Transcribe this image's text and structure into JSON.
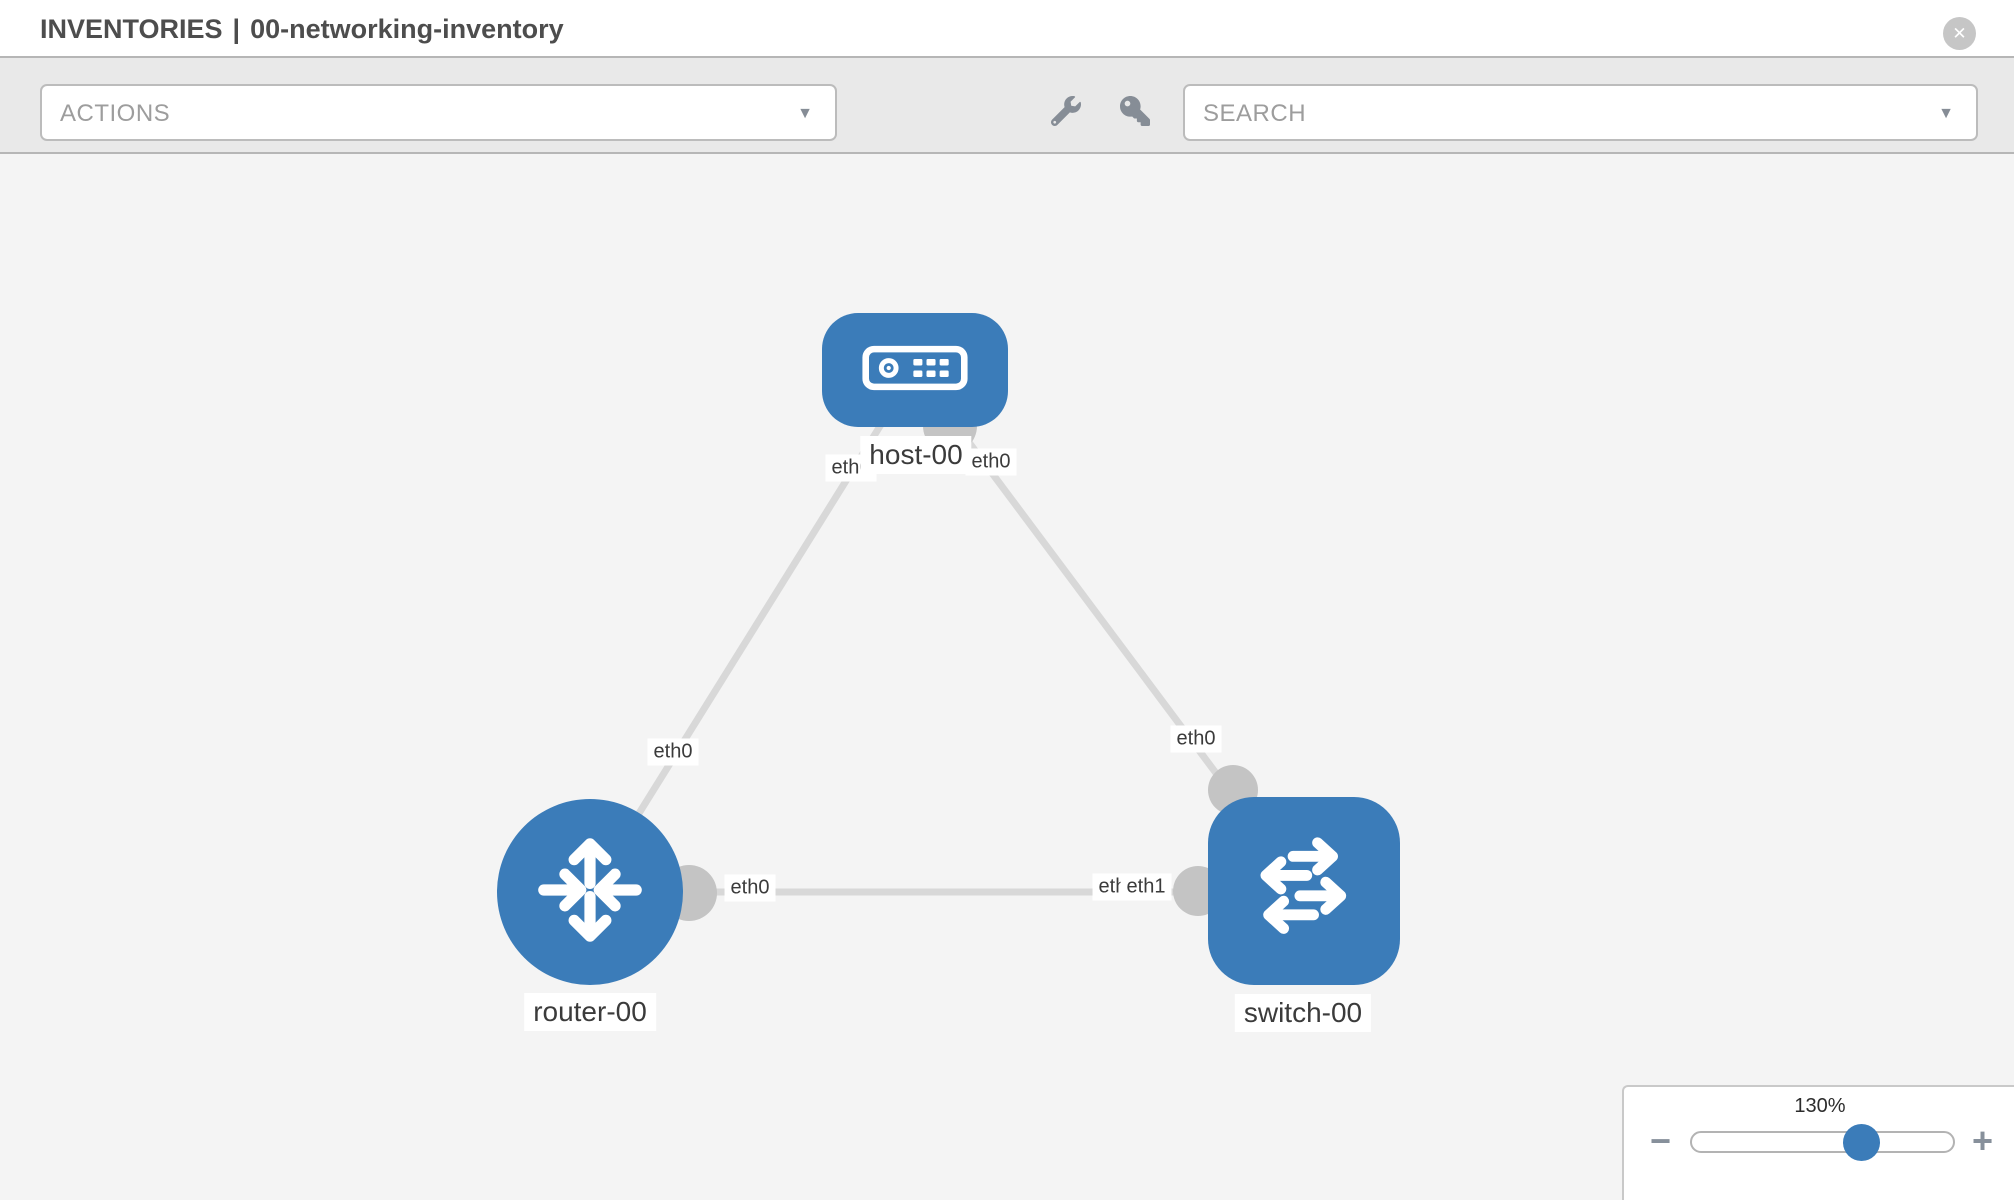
{
  "header": {
    "breadcrumb_section": "INVENTORIES",
    "separator": "|",
    "inventory_name": "00-networking-inventory"
  },
  "toolbar": {
    "actions_label": "ACTIONS",
    "search_label": "SEARCH"
  },
  "icons": {
    "close": "✕",
    "caret": "▼",
    "minus": "−",
    "plus": "+",
    "wrench": "wrench-icon",
    "key": "key-icon"
  },
  "topology": {
    "nodes": [
      {
        "id": "host-00",
        "label": "host-00",
        "type": "host",
        "shape": "rounded-rect"
      },
      {
        "id": "router-00",
        "label": "router-00",
        "type": "router",
        "shape": "circle"
      },
      {
        "id": "switch-00",
        "label": "switch-00",
        "type": "switch",
        "shape": "rounded-square"
      }
    ],
    "links": [
      {
        "from": "host-00",
        "to": "router-00",
        "from_iface": "eth0",
        "to_iface": "eth0"
      },
      {
        "from": "host-00",
        "to": "switch-00",
        "from_iface": "eth0",
        "to_iface": "eth0"
      },
      {
        "from": "router-00",
        "to": "switch-00",
        "from_iface": "eth0",
        "to_iface": "eth1",
        "overlapped_label": "eth0"
      }
    ]
  },
  "zoom_control": {
    "level": "130%"
  },
  "colors": {
    "node_blue": "#3b7cb9",
    "link_gray": "#d8d8d8",
    "connector_gray": "#c4c4c4",
    "canvas_bg": "#f4f4f4",
    "toolbar_bg": "#e9e9e9"
  }
}
